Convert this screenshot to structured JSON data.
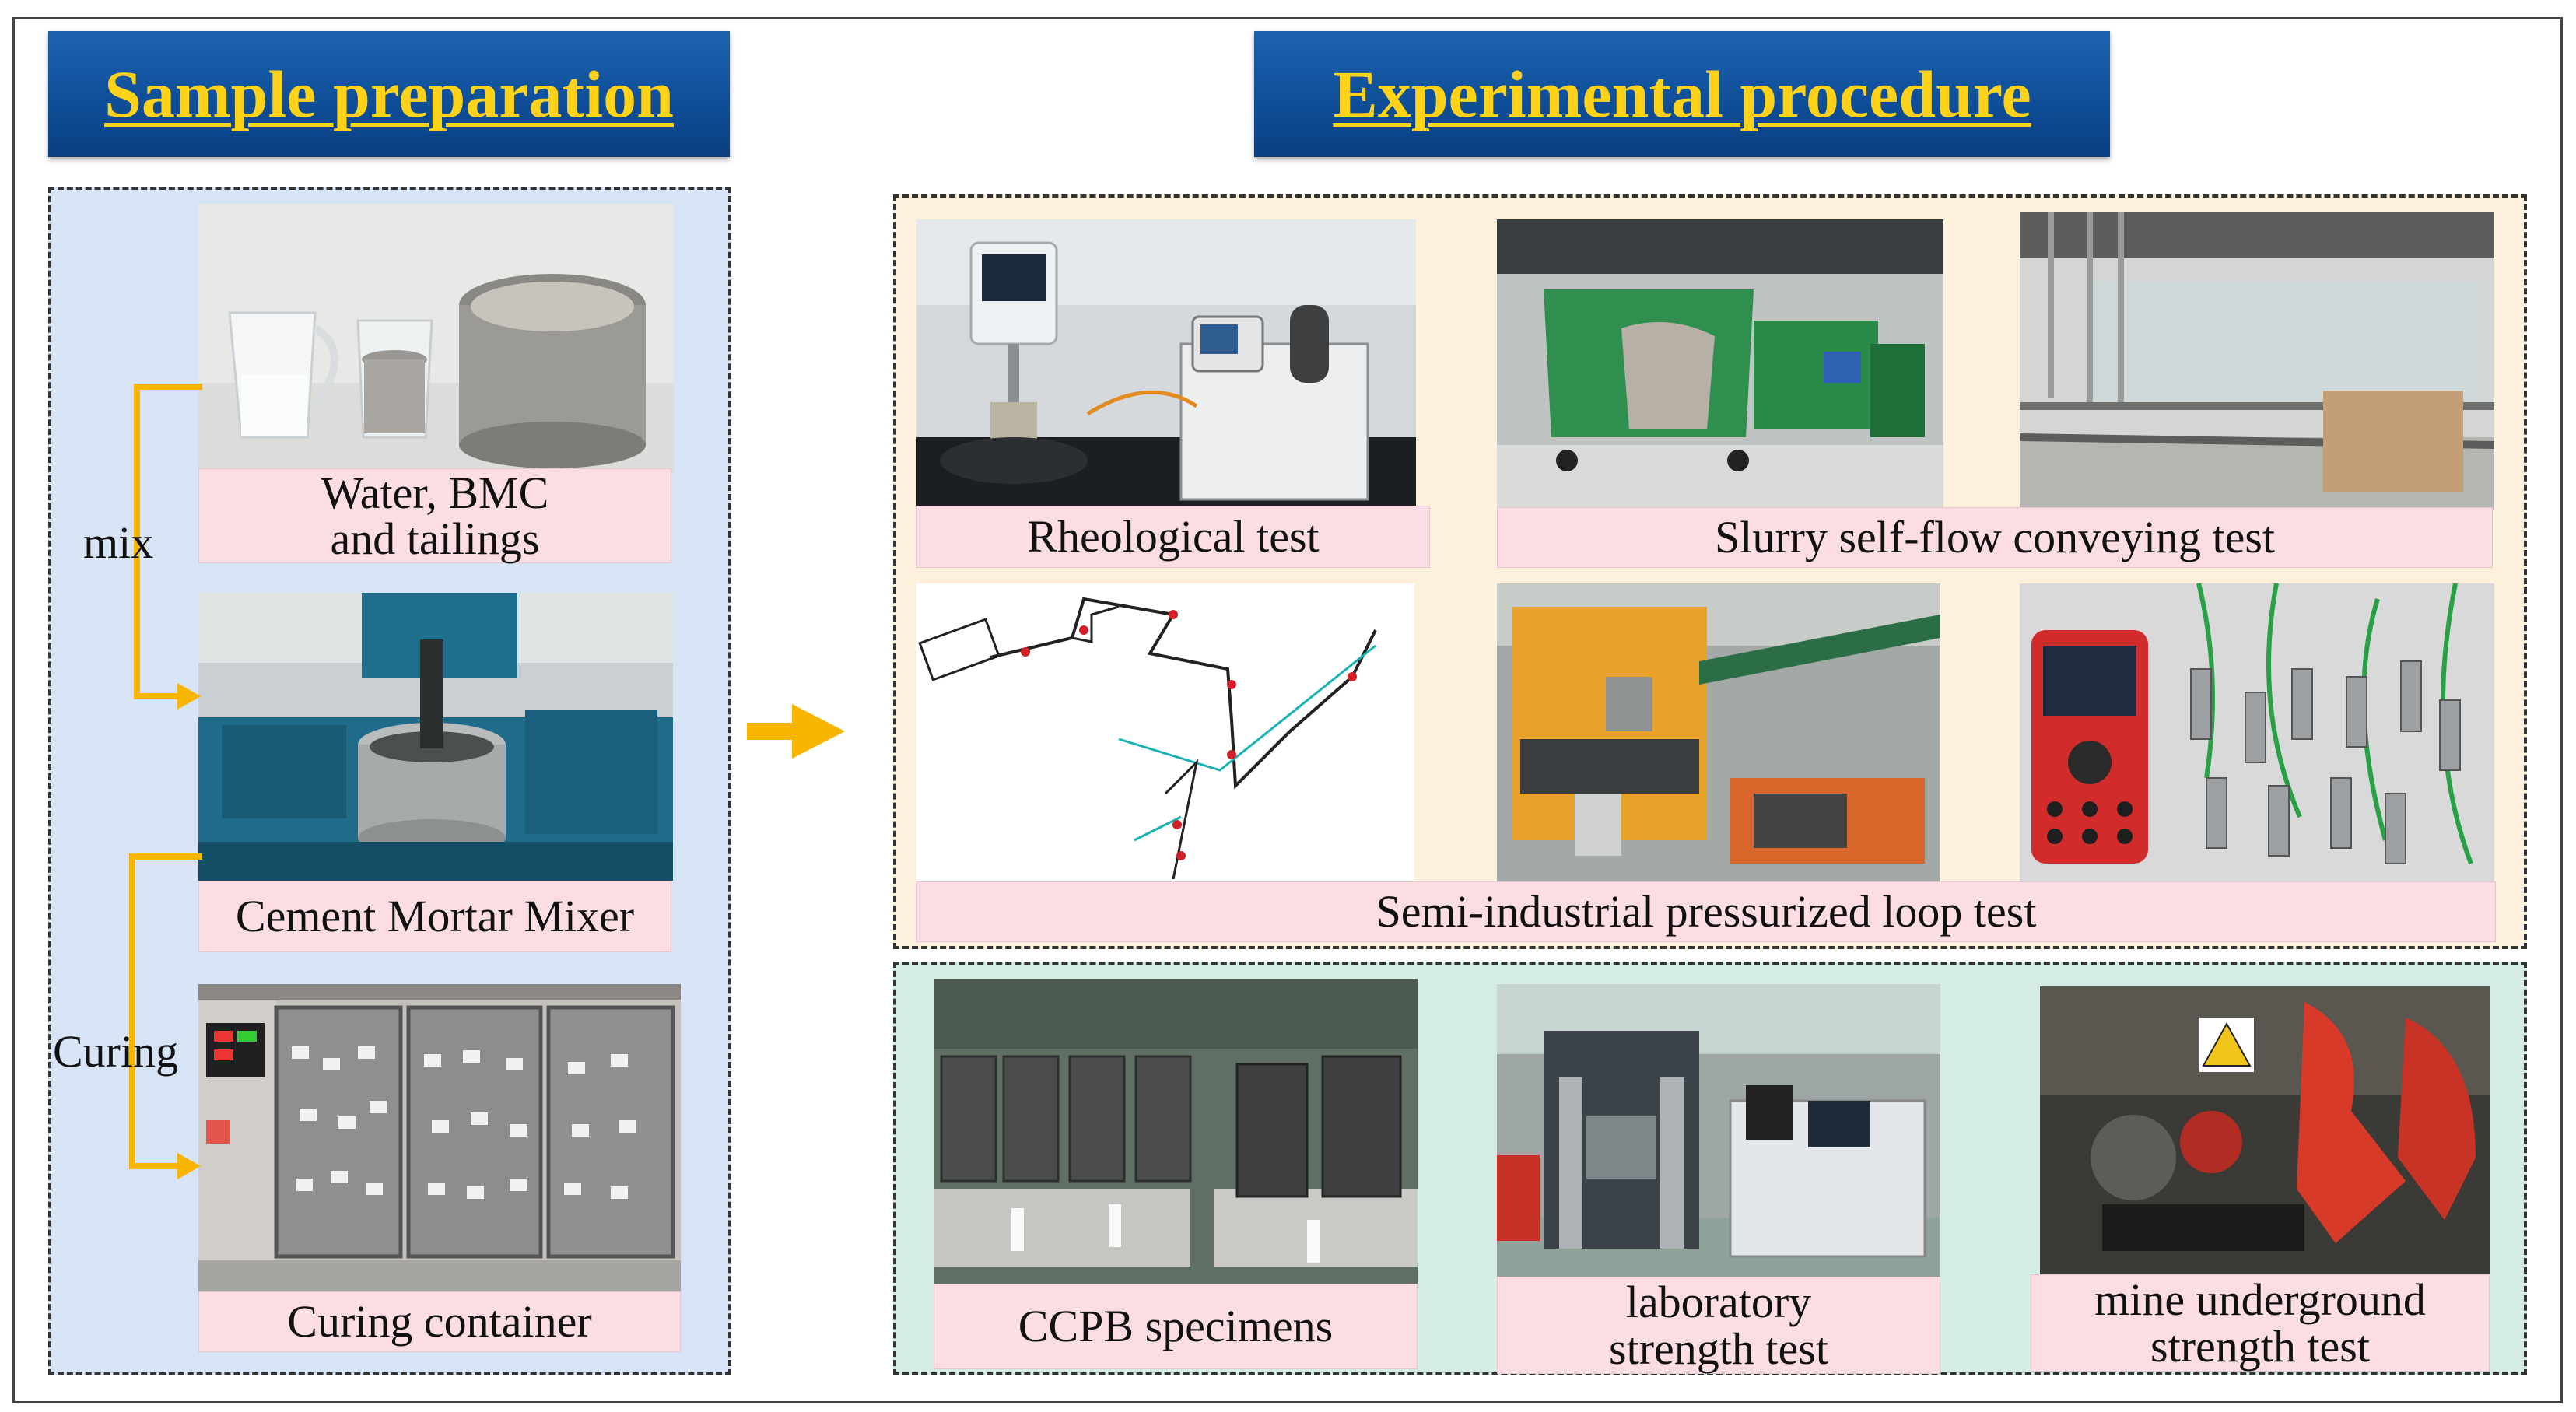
{
  "left": {
    "title": "Sample preparation",
    "captions": {
      "materials": "Water, BMC\nand tailings",
      "mixer": "Cement Mortar Mixer",
      "curing_container": "Curing container"
    },
    "flow_labels": {
      "mix": "mix",
      "curing": "Curing"
    }
  },
  "right": {
    "title": "Experimental procedure",
    "captions": {
      "rheological": "Rheological test",
      "slurry": "Slurry self-flow conveying test",
      "loop": "Semi-industrial pressurized loop test",
      "ccpb": "CCPB specimens",
      "lab_strength": "laboratory\nstrength test",
      "mine_strength": "mine underground\nstrength test"
    }
  },
  "colors": {
    "banner": "#1159a8",
    "banner_text": "#ffd21a",
    "left_panel": "#d6e4f5",
    "top_right_panel": "#fdf0dc",
    "bottom_right_panel": "#d4ece4",
    "caption_bg": "#fbdde3",
    "arrow": "#f7b500"
  }
}
